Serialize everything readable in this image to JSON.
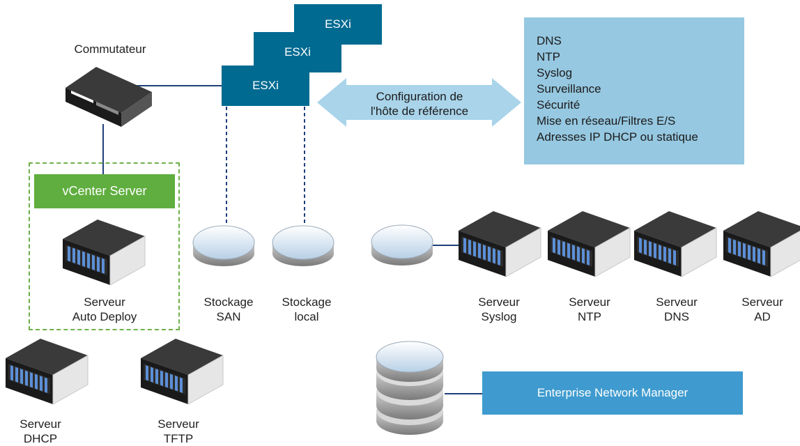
{
  "switch": {
    "label": "Commutateur"
  },
  "esxi_hosts": [
    {
      "label": "ESXi"
    },
    {
      "label": "ESXi"
    },
    {
      "label": "ESXi"
    }
  ],
  "reference_config": {
    "line1": "Configuration de",
    "line2": "l'hôte de référence"
  },
  "config_items": [
    "DNS",
    "NTP",
    "Syslog",
    "Surveillance",
    "Sécurité",
    "Mise en réseau/Filtres E/S",
    "Adresses IP DHCP ou statique"
  ],
  "vcenter": {
    "label": "vCenter Server"
  },
  "auto_deploy": {
    "line1": "Serveur",
    "line2": "Auto Deploy"
  },
  "storage": [
    {
      "line1": "Stockage",
      "line2": "SAN"
    },
    {
      "line1": "Stockage",
      "line2": "local"
    }
  ],
  "servers_right": [
    {
      "line1": "Serveur",
      "line2": "Syslog"
    },
    {
      "line1": "Serveur",
      "line2": "NTP"
    },
    {
      "line1": "Serveur",
      "line2": "DNS"
    },
    {
      "line1": "Serveur",
      "line2": "AD"
    }
  ],
  "servers_bottom": [
    {
      "line1": "Serveur",
      "line2": "DHCP"
    },
    {
      "line1": "Serveur",
      "line2": "TFTP"
    }
  ],
  "enterprise_network_manager": {
    "label": "Enterprise Network Manager"
  },
  "colors": {
    "esxi": "#006a91",
    "vcenter": "#5fae3f",
    "info_box": "#96c8e1",
    "arrow": "#a9d4ea",
    "enm": "#3f9bcf",
    "line": "#1f3f7a"
  }
}
